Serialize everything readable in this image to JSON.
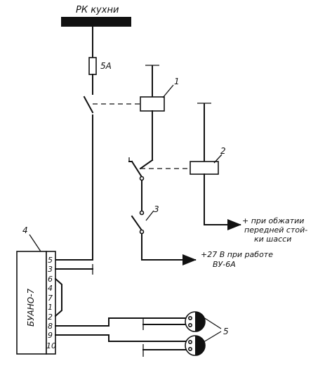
{
  "diagram": {
    "bus_label": "РК кухни",
    "fuse_label": "5А",
    "relay1_num": "1",
    "relay2_num": "2",
    "switch3_num": "3",
    "unit4_num": "4",
    "lamps_num": "5",
    "unit_name": "БУАНО-7",
    "pins": [
      "5",
      "3",
      "6",
      "4",
      "7",
      "1",
      "2",
      "8",
      "9",
      "10"
    ],
    "note_chassis": [
      "+ при обжатии",
      "передней стой-",
      "ки шасси"
    ],
    "note_power": [
      "+27 В при работе",
      "ВУ-6А"
    ]
  }
}
